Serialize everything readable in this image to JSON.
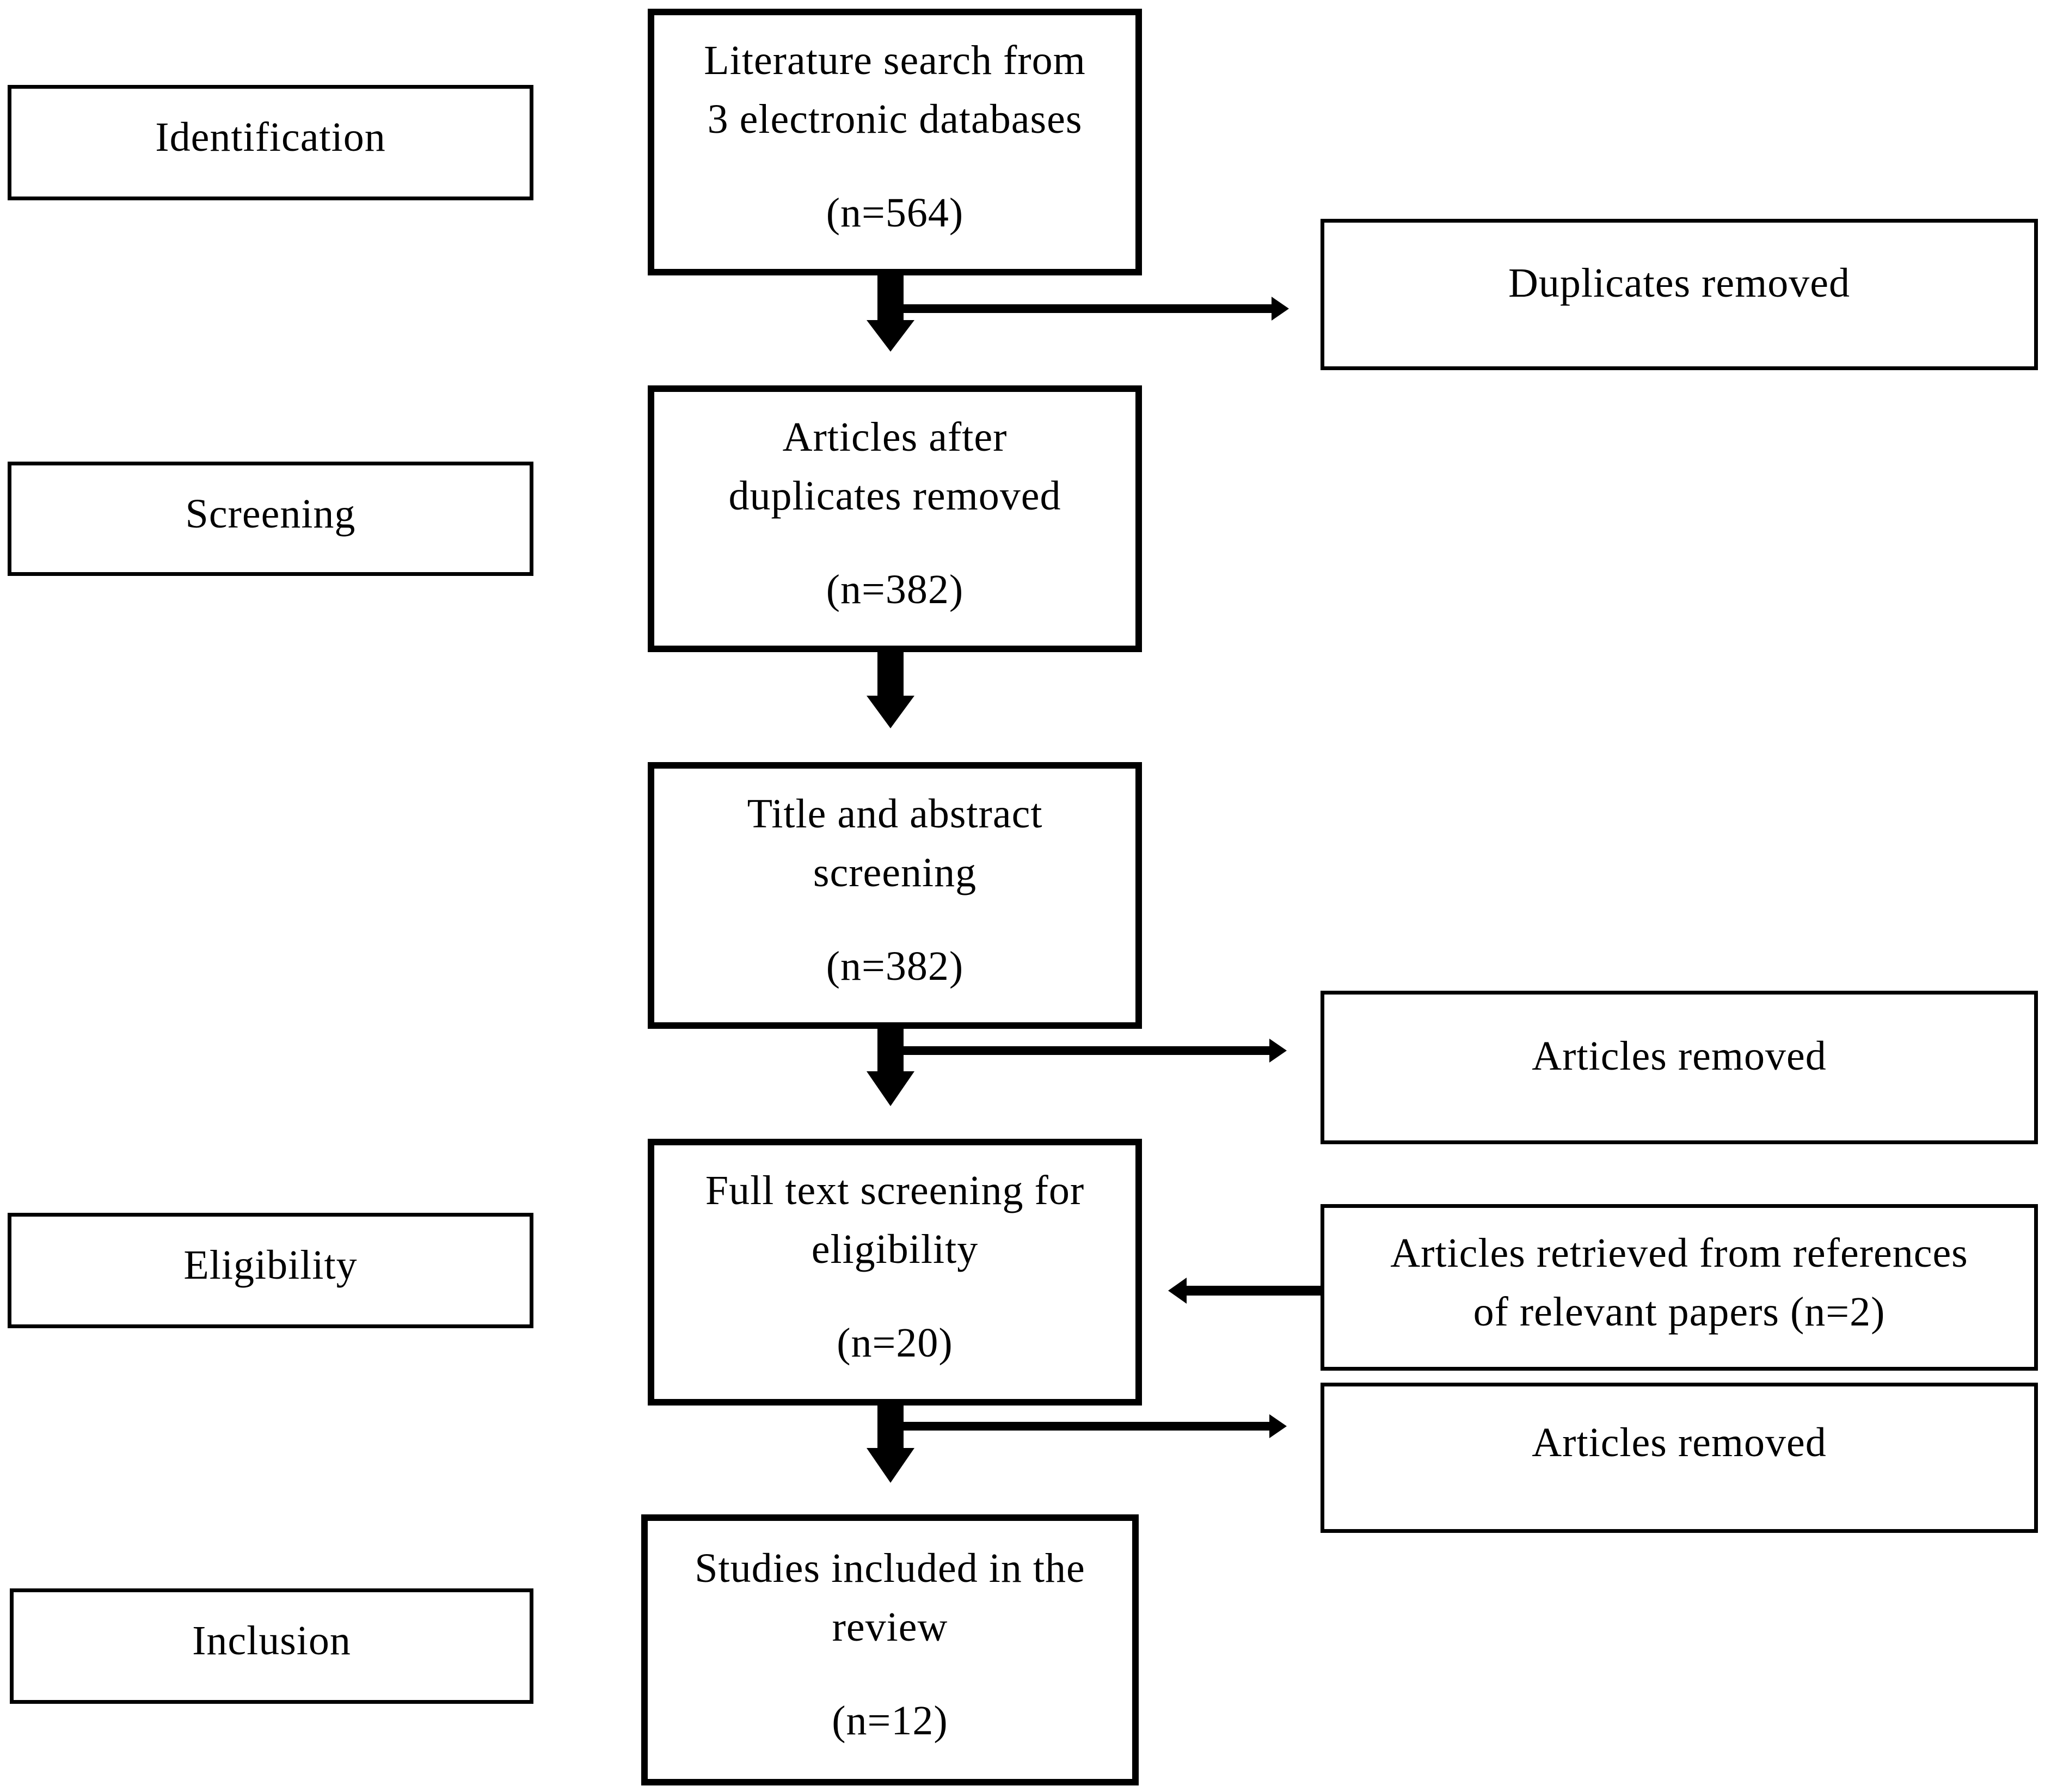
{
  "stages": {
    "identification": "Identification",
    "screening": "Screening",
    "eligibility": "Eligibility",
    "inclusion": "Inclusion"
  },
  "flow": {
    "search": {
      "line1": "Literature search from",
      "line2": "3 electronic databases",
      "count": "(n=564)"
    },
    "after_duplicates": {
      "line1": "Articles after",
      "line2": "duplicates removed",
      "count": "(n=382)"
    },
    "title_abstract": {
      "line1": "Title and abstract",
      "line2": "screening",
      "count": "(n=382)"
    },
    "full_text": {
      "line1": "Full text screening for",
      "line2": "eligibility",
      "count": "(n=20)"
    },
    "included": {
      "line1": "Studies included in the",
      "line2": "review",
      "count": "(n=12)"
    }
  },
  "side": {
    "duplicates_removed": "Duplicates removed",
    "articles_removed_1": "Articles removed",
    "retrieved": {
      "line1": "Articles retrieved from references",
      "line2": "of relevant papers (n=2)"
    },
    "articles_removed_2": "Articles removed"
  }
}
